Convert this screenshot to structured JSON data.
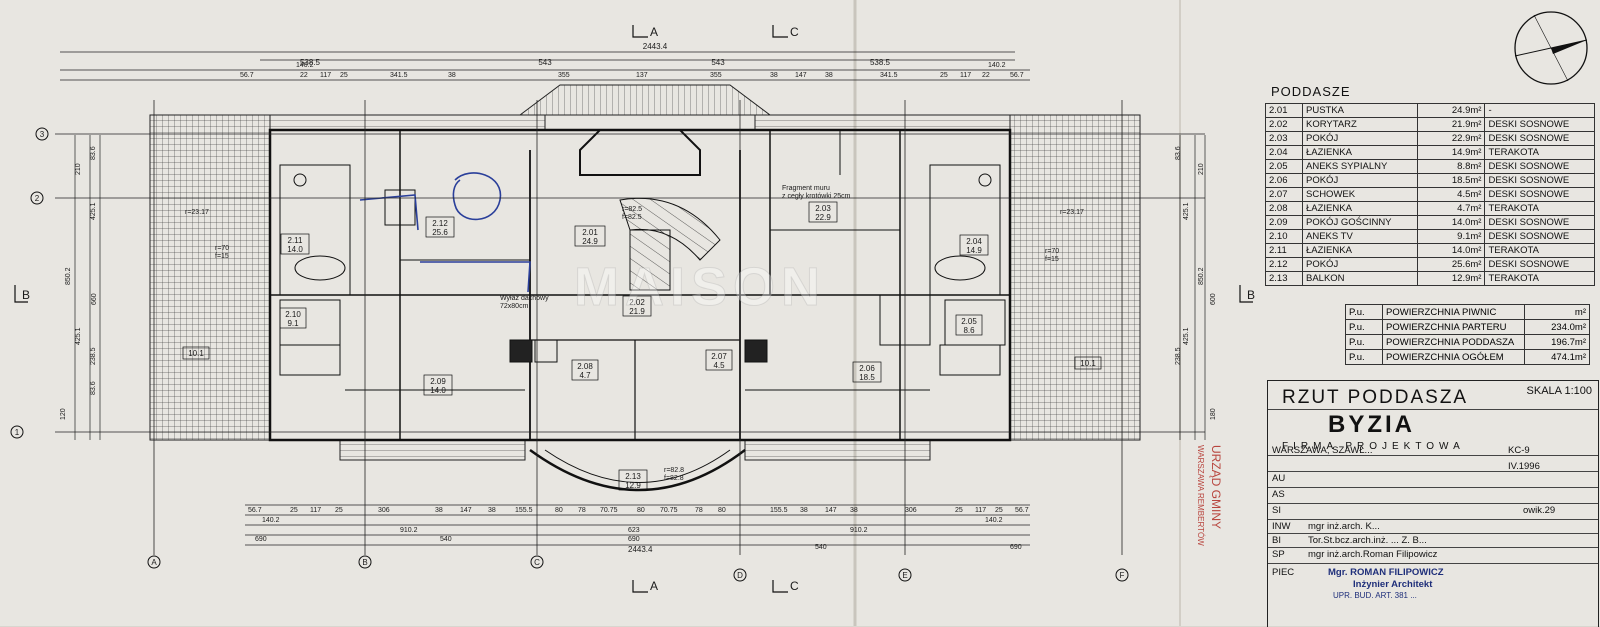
{
  "drawing": {
    "section_markers": [
      "A",
      "C"
    ],
    "side_markers": [
      "B"
    ],
    "axis_letters": [
      "A",
      "B",
      "C",
      "D",
      "E",
      "F"
    ],
    "axis_numbers": [
      "1",
      "2",
      "3"
    ],
    "top_dims": {
      "total": "2443.4",
      "row1": [
        "538.5",
        "543",
        "543",
        "538.5"
      ],
      "row2": [
        "56.7",
        "140.2",
        "22",
        "117",
        "25",
        "341.5",
        "38",
        "355",
        "137",
        "355",
        "38",
        "147",
        "38",
        "341.5",
        "25",
        "117",
        "22",
        "140.2",
        "56.7"
      ]
    },
    "bottom_dims": {
      "row1": [
        "56.7",
        "25",
        "117",
        "25",
        "306",
        "38",
        "147",
        "38",
        "155.5",
        "80",
        "78",
        "70.75",
        "80",
        "70.75",
        "78",
        "80",
        "155.5",
        "38",
        "147",
        "38",
        "306",
        "25",
        "117",
        "25",
        "56.7"
      ],
      "row2": [
        "140.2",
        "910.2",
        "623",
        "910.2",
        "140.2"
      ],
      "row3": [
        "690",
        "540",
        "690",
        "540",
        "690"
      ],
      "total": "2443.4"
    },
    "left_dims": [
      "210",
      "425.1",
      "850.2",
      "660",
      "425.1",
      "238.5",
      "83.6",
      "120",
      "83.6"
    ],
    "right_dims": [
      "210",
      "425.1",
      "850.2",
      "600",
      "425.1",
      "238.5",
      "180",
      "83.6"
    ],
    "rooms": [
      {
        "id": "2.01",
        "area": "24.9"
      },
      {
        "id": "2.02",
        "area": "21.9"
      },
      {
        "id": "2.03",
        "area": "22.9"
      },
      {
        "id": "2.04",
        "area": "14.9"
      },
      {
        "id": "2.05",
        "area": "8.6"
      },
      {
        "id": "2.06",
        "area": "18.5"
      },
      {
        "id": "2.07",
        "area": "4.5"
      },
      {
        "id": "2.08",
        "area": "4.7"
      },
      {
        "id": "2.09",
        "area": "14.0"
      },
      {
        "id": "2.10",
        "area": "9.1"
      },
      {
        "id": "2.11",
        "area": "14.0"
      },
      {
        "id": "2.12",
        "area": "25.6"
      },
      {
        "id": "2.13",
        "area": "12.9"
      },
      {
        "id": "10.1",
        "area": ""
      },
      {
        "id": "10.1",
        "area": ""
      }
    ],
    "notes": {
      "wall_fragment": "Fragment muru\nz cegły krotówki 25cm",
      "roof_window": "Wyłaz dachowy\n72x80cm",
      "f_values": [
        "r=82.5",
        "f=82.5",
        "r=82.8",
        "f=82.8",
        "r=70",
        "f=15",
        "r=70",
        "f=15",
        "r=23.17",
        "r=23.17"
      ],
      "stamp": "URZĄD GMINY\nWARSZAWA REMBERTÓW",
      "watermark": "MAISON"
    }
  },
  "legend": {
    "title": "PODDASZE",
    "rooms": [
      {
        "num": "2.01",
        "name": "PUSTKA",
        "area": "24.9m²",
        "finish": "-"
      },
      {
        "num": "2.02",
        "name": "KORYTARZ",
        "area": "21.9m²",
        "finish": "DESKI SOSNOWE"
      },
      {
        "num": "2.03",
        "name": "POKÓJ",
        "area": "22.9m²",
        "finish": "DESKI SOSNOWE"
      },
      {
        "num": "2.04",
        "name": "ŁAZIENKA",
        "area": "14.9m²",
        "finish": "TERAKOTA"
      },
      {
        "num": "2.05",
        "name": "ANEKS SYPIALNY",
        "area": "8.8m²",
        "finish": "DESKI SOSNOWE"
      },
      {
        "num": "2.06",
        "name": "POKÓJ",
        "area": "18.5m²",
        "finish": "DESKI SOSNOWE"
      },
      {
        "num": "2.07",
        "name": "SCHOWEK",
        "area": "4.5m²",
        "finish": "DESKI SOSNOWE"
      },
      {
        "num": "2.08",
        "name": "ŁAZIENKA",
        "area": "4.7m²",
        "finish": "TERAKOTA"
      },
      {
        "num": "2.09",
        "name": "POKÓJ GOŚCINNY",
        "area": "14.0m²",
        "finish": "DESKI SOSNOWE"
      },
      {
        "num": "2.10",
        "name": "ANEKS TV",
        "area": "9.1m²",
        "finish": "DESKI SOSNOWE"
      },
      {
        "num": "2.11",
        "name": "ŁAZIENKA",
        "area": "14.0m²",
        "finish": "TERAKOTA"
      },
      {
        "num": "2.12",
        "name": "POKÓJ",
        "area": "25.6m²",
        "finish": "DESKI SOSNOWE"
      },
      {
        "num": "2.13",
        "name": "BALKON",
        "area": "12.9m²",
        "finish": "TERAKOTA"
      }
    ],
    "areas": [
      {
        "pu": "P.u.",
        "label": "POWIERZCHNIA PIWNIC",
        "value": "m²"
      },
      {
        "pu": "P.u.",
        "label": "POWIERZCHNIA PARTERU",
        "value": "234.0m²"
      },
      {
        "pu": "P.u.",
        "label": "POWIERZCHNIA PODDASZA",
        "value": "196.7m²"
      },
      {
        "pu": "P.u.",
        "label": "POWIERZCHNIA OGÓŁEM",
        "value": "474.1m²"
      }
    ]
  },
  "title_block": {
    "title": "RZUT PODDASZA",
    "scale": "SKALA 1:100",
    "firm": "BYZIA",
    "firm_sub": "FIRMA PROJEKTOWA",
    "address": "WARSZAWA, SZAWŁ...",
    "kc": "KC-9",
    "date": "IV.1996",
    "row_prefixes": [
      "AU",
      "AS",
      "SI",
      "INW",
      "BI",
      "SP",
      "PIEC"
    ],
    "persons": [
      "mgr inż.arch. K...",
      "Tor.St.bcz.arch.inż. ... Z. B...",
      "mgr inż.arch.Roman Filipowicz"
    ],
    "stamp_name": "Mgr. ROMAN FILIPOWICZ",
    "stamp_role": "Inżynier Architekt",
    "stamp_reg": "UPR. BUD. ART. 381 ...",
    "sheet_no": "owik.29"
  },
  "colors": {
    "paper": "#e8e6e1",
    "ink": "#1a1a1a",
    "stamp_red": "#b8453e",
    "pen_blue": "#2a3f9a"
  }
}
